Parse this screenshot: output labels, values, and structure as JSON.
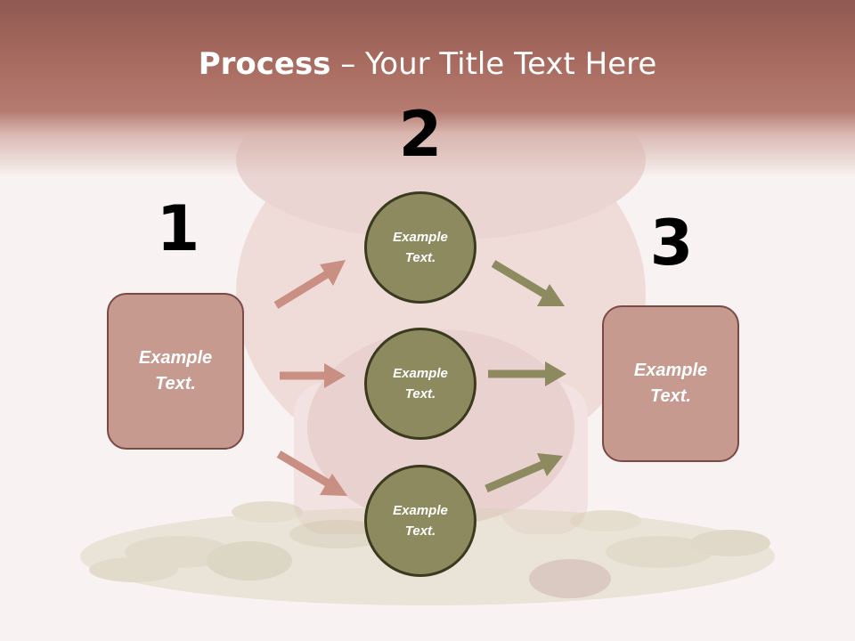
{
  "title": {
    "bold": "Process",
    "rest": " – Your Title Text Here"
  },
  "steps": {
    "one": "1",
    "two": "2",
    "three": "3"
  },
  "left_box": {
    "text": "Example Text."
  },
  "right_box": {
    "text": "Example Text."
  },
  "circles": [
    {
      "text": "Example Text."
    },
    {
      "text": "Example Text."
    },
    {
      "text": "Example Text."
    }
  ],
  "colors": {
    "box_fill": "#c79a90",
    "circle_fill": "#8c8a5e",
    "left_arrow": "#c98f83",
    "right_arrow": "#8c8a5e",
    "header": "#a86b60"
  }
}
